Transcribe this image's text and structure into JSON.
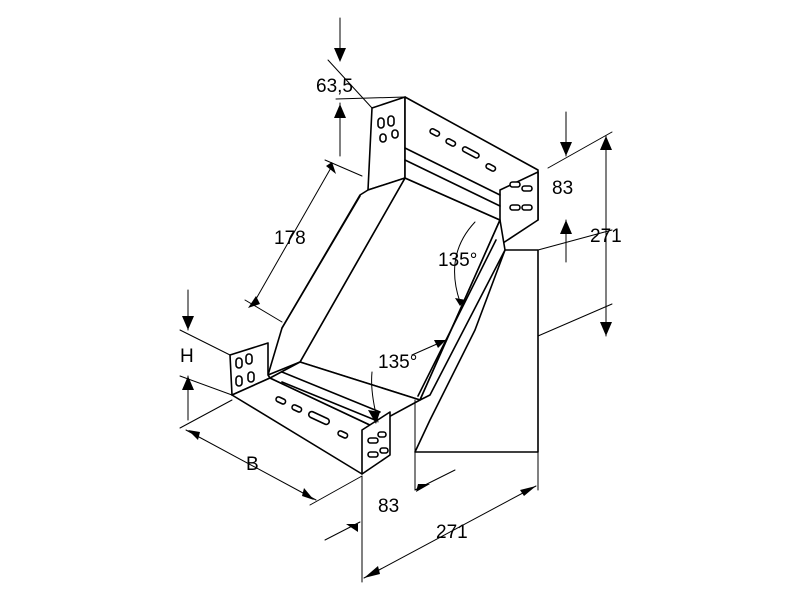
{
  "dimensions": {
    "flange_height": "63,5",
    "straight_length": "178",
    "height_label": "H",
    "width_label": "B",
    "angle_upper": "135°",
    "angle_lower": "135°",
    "right_top_offset": "83",
    "right_height": "271",
    "bottom_offset": "83",
    "bottom_width": "271"
  }
}
